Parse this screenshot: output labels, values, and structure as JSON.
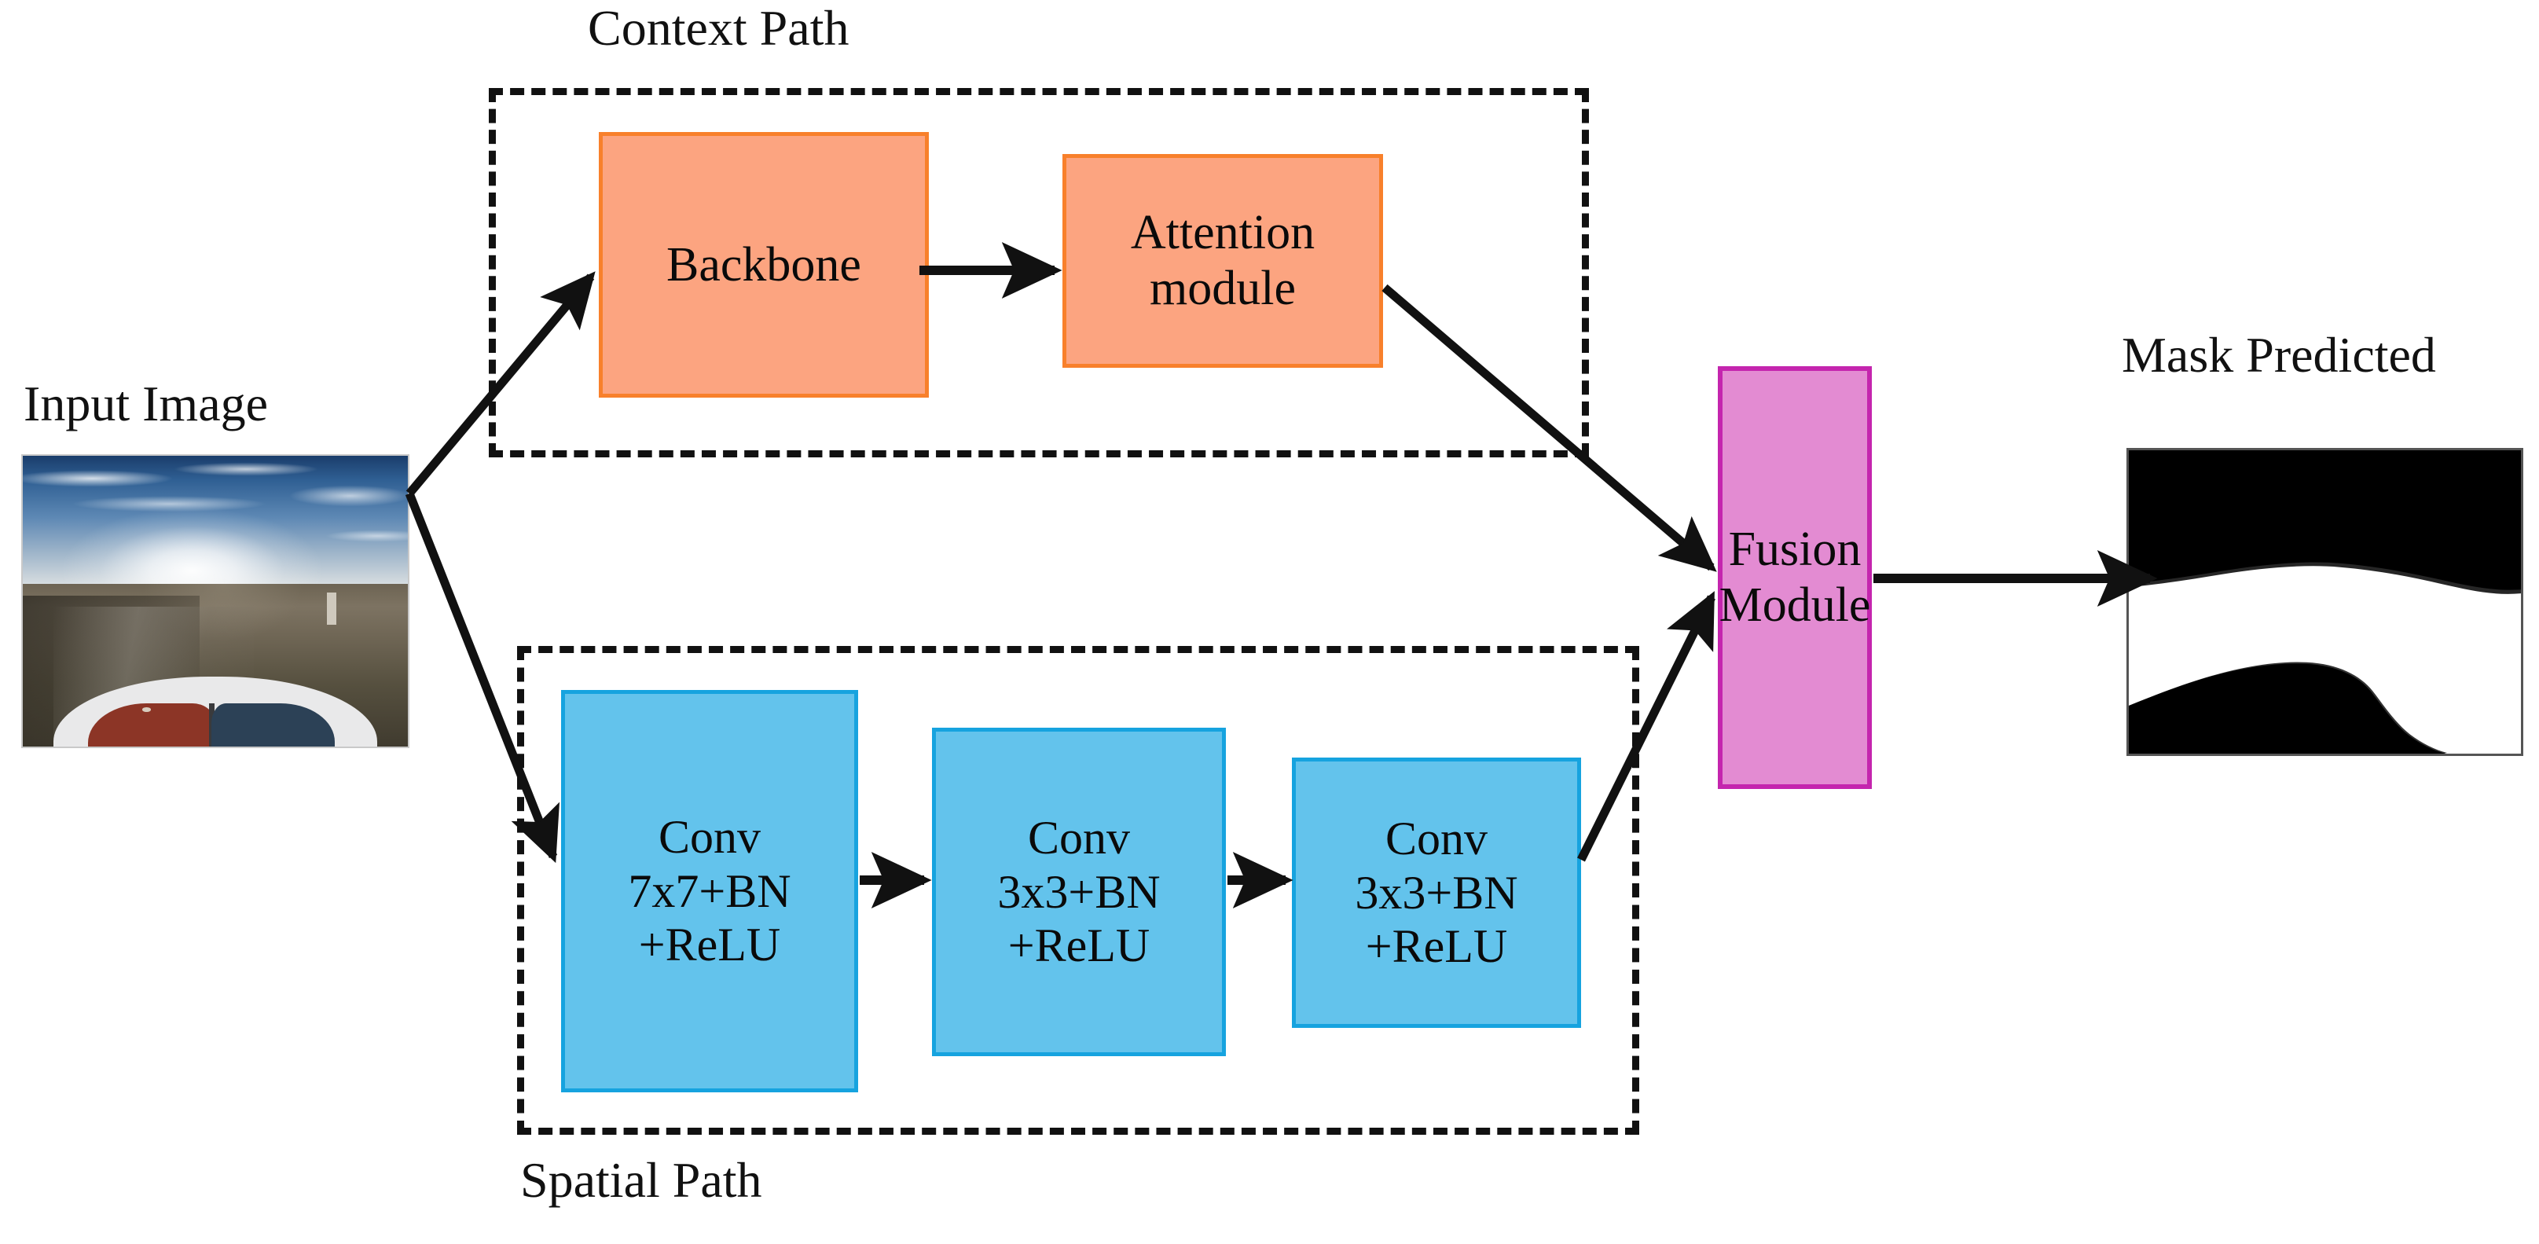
{
  "diagram": {
    "title": "BiSeNet-style dual-path segmentation architecture",
    "groups": {
      "context_path": {
        "label": "Context Path"
      },
      "spatial_path": {
        "label": "Spatial Path"
      }
    },
    "io": {
      "input_label": "Input Image",
      "output_label": "Mask Predicted",
      "input_scene": "desert dirt road seen from vehicle hood, bright sun glare, blue sky with cirrus clouds",
      "output_scene": "binary segmentation mask: black sky region on top, white drivable road band, black vehicle hood region at bottom"
    },
    "nodes": {
      "backbone": {
        "label": "Backbone"
      },
      "attention": {
        "label": "Attention\nmodule"
      },
      "conv1": {
        "label": "Conv\n7x7+BN\n+ReLU"
      },
      "conv2": {
        "label": "Conv\n3x3+BN\n+ReLU"
      },
      "conv3": {
        "label": "Conv\n3x3+BN\n+ReLU"
      },
      "fusion": {
        "label": "Fusion\nModule"
      }
    },
    "colors": {
      "context_box_fill": "#FCA480",
      "context_box_border": "#F8802B",
      "spatial_box_fill": "#63C3EC",
      "spatial_box_border": "#16A3DF",
      "fusion_fill": "#E38BD2",
      "fusion_border": "#C425AE",
      "arrow": "#111111",
      "group_border": "#111111",
      "background": "#FFFFFF"
    },
    "edges": [
      {
        "from": "input-image",
        "to": "backbone"
      },
      {
        "from": "input-image",
        "to": "conv1"
      },
      {
        "from": "backbone",
        "to": "attention"
      },
      {
        "from": "attention",
        "to": "fusion"
      },
      {
        "from": "conv1",
        "to": "conv2"
      },
      {
        "from": "conv2",
        "to": "conv3"
      },
      {
        "from": "conv3",
        "to": "fusion"
      },
      {
        "from": "fusion",
        "to": "mask-predicted"
      }
    ]
  }
}
